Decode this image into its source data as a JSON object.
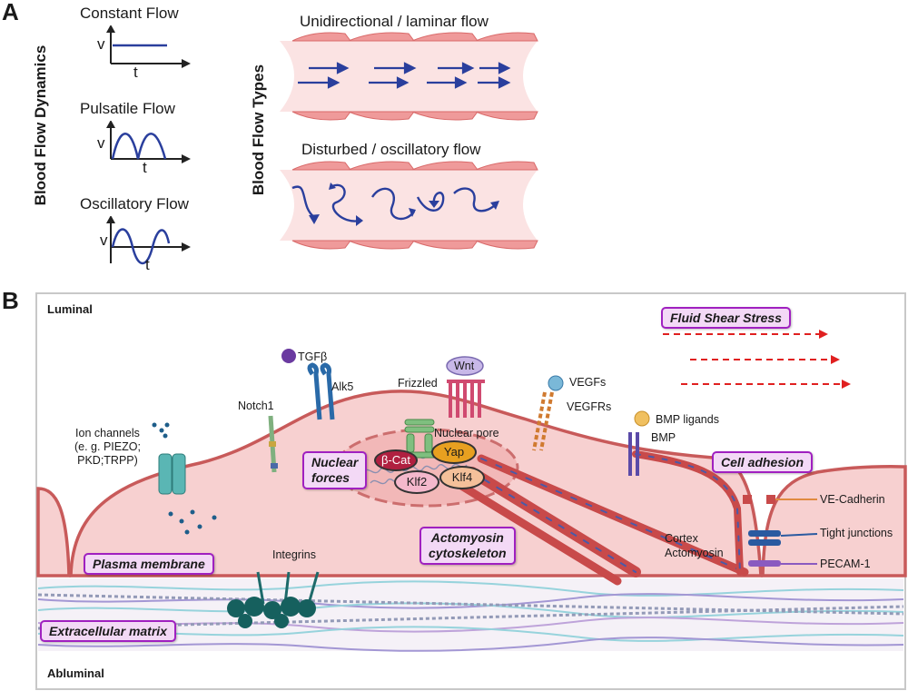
{
  "panel_a": {
    "letter": "A",
    "dynamics_axis_title": "Blood Flow Dynamics",
    "types_axis_title": "Blood Flow Types",
    "dynamics": [
      {
        "title": "Constant Flow",
        "v_label": "v",
        "t_label": "t"
      },
      {
        "title": "Pulsatile Flow",
        "v_label": "v",
        "t_label": "t"
      },
      {
        "title": "Oscillatory Flow",
        "v_label": "v",
        "t_label": "t"
      }
    ],
    "vessels": [
      {
        "title": "Unidirectional / laminar flow"
      },
      {
        "title": "Disturbed / oscillatory flow"
      }
    ]
  },
  "panel_b": {
    "letter": "B",
    "luminal": "Luminal",
    "abluminal": "Abluminal",
    "boxes": {
      "fluid_shear_stress": "Fluid Shear Stress",
      "nuclear_forces": "Nuclear\nforces",
      "plasma_membrane": "Plasma membrane",
      "actomyosin_cytoskeleton": "Actomyosin\ncytoskeleton",
      "cell_adhesion": "Cell adhesion",
      "extracellular_matrix": "Extracellular matrix"
    },
    "labels": {
      "ion_channels": "Ion channels\n(e. g. PIEZO;\nPKD;TRPP)",
      "notch1": "Notch1",
      "tgfb": "TGFβ",
      "alk5": "Alk5",
      "wnt": "Wnt",
      "frizzled": "Frizzled",
      "nuclear_pore": "Nuclear pore",
      "vegfs": "VEGFs",
      "vegfrs": "VEGFRs",
      "bmp_ligands": "BMP ligands",
      "bmp": "BMP",
      "integrins": "Integrins",
      "cortex_actomyosin": "Cortex\nActomyosin",
      "ve_cadherin": "VE-Cadherin",
      "tight_junctions": "Tight junctions",
      "pecam1": "PECAM-1"
    },
    "nucleus_factors": {
      "beta_cat": "β-Cat",
      "yap": "Yap",
      "klf2": "Klf2",
      "klf4": "Klf4"
    }
  },
  "colors": {
    "endothelium": "#f4c6c6",
    "membrane": "#c85a5a",
    "arrow_blue": "#2a3f9d",
    "shear_red": "#e02020",
    "box_border": "#a020c0",
    "box_fill": "#f3d9f6"
  }
}
